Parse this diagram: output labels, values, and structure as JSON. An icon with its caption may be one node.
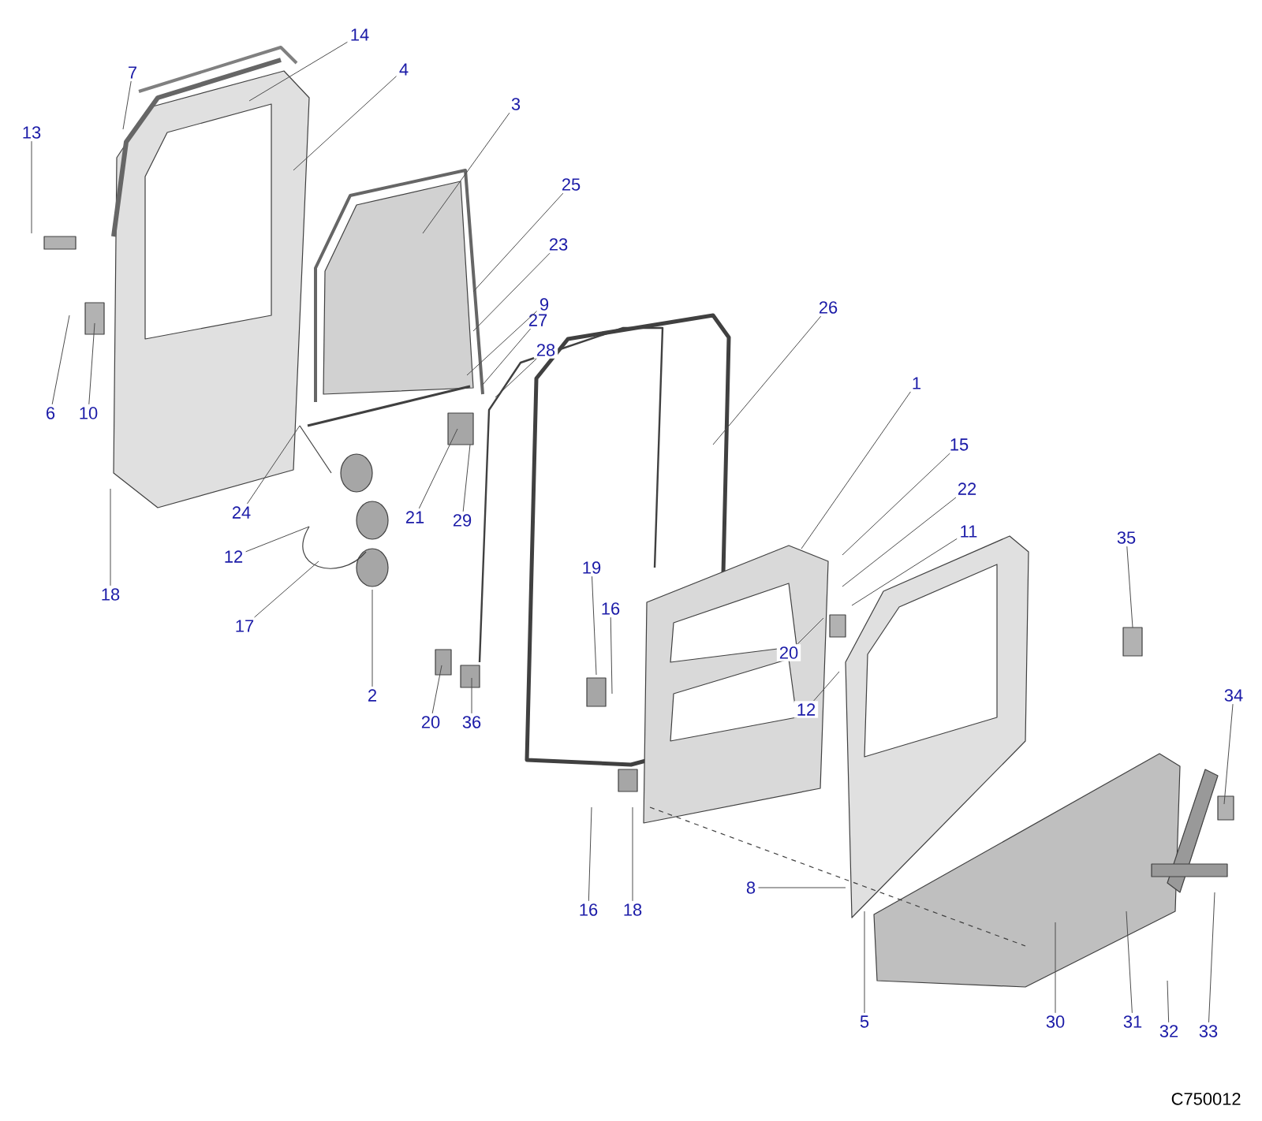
{
  "diagram": {
    "nodes": [
      {
        "text": [
          "14"
        ]
      },
      {
        "text": [
          "7"
        ]
      },
      {
        "text": [
          "4"
        ]
      },
      {
        "text": [
          "13"
        ]
      },
      {
        "text": [
          "3"
        ]
      },
      {
        "text": [
          "25"
        ]
      },
      {
        "text": [
          "23"
        ]
      },
      {
        "text": [
          "9"
        ]
      },
      {
        "text": [
          "27"
        ]
      },
      {
        "text": [
          "28"
        ]
      },
      {
        "text": [
          "26"
        ]
      },
      {
        "text": [
          "6"
        ]
      },
      {
        "text": [
          "10"
        ]
      },
      {
        "text": [
          "1"
        ]
      },
      {
        "text": [
          "24"
        ]
      },
      {
        "text": [
          "21"
        ]
      },
      {
        "text": [
          "29"
        ]
      },
      {
        "text": [
          "15"
        ]
      },
      {
        "text": [
          "22"
        ]
      },
      {
        "text": [
          "11"
        ]
      },
      {
        "text": [
          "12"
        ]
      },
      {
        "text": [
          "18"
        ]
      },
      {
        "text": [
          "35"
        ]
      },
      {
        "text": [
          "19"
        ]
      },
      {
        "text": [
          "16"
        ]
      },
      {
        "text": [
          "17"
        ]
      },
      {
        "text": [
          "20"
        ]
      },
      {
        "text": [
          "2"
        ]
      },
      {
        "text": [
          "12"
        ]
      },
      {
        "text": [
          "34"
        ]
      },
      {
        "text": [
          "20"
        ]
      },
      {
        "text": [
          "36"
        ]
      },
      {
        "text": [
          "8"
        ]
      },
      {
        "text": [
          "16"
        ]
      },
      {
        "text": [
          "18"
        ]
      },
      {
        "text": [
          "5"
        ]
      },
      {
        "text": [
          "30"
        ]
      },
      {
        "text": [
          "31"
        ]
      },
      {
        "text": [
          "32"
        ]
      },
      {
        "text": [
          "33"
        ]
      }
    ],
    "edges": [
      {
        "from": 0,
        "to": null,
        "arrow": "none"
      },
      {
        "from": 1,
        "to": null,
        "arrow": "none"
      },
      {
        "from": 2,
        "to": null,
        "arrow": "none"
      },
      {
        "from": 3,
        "to": null,
        "arrow": "none"
      },
      {
        "from": 4,
        "to": null,
        "arrow": "none"
      },
      {
        "from": 5,
        "to": null,
        "arrow": "none"
      },
      {
        "from": 6,
        "to": null,
        "arrow": "none"
      },
      {
        "from": 7,
        "to": null,
        "arrow": "none"
      },
      {
        "from": 8,
        "to": null,
        "arrow": "none"
      },
      {
        "from": 9,
        "to": null,
        "arrow": "none"
      },
      {
        "from": 10,
        "to": null,
        "arrow": "none"
      },
      {
        "from": 11,
        "to": null,
        "arrow": "none"
      },
      {
        "from": 12,
        "to": null,
        "arrow": "none"
      },
      {
        "from": 13,
        "to": null,
        "arrow": "none"
      },
      {
        "from": 14,
        "to": null,
        "arrow": "none"
      },
      {
        "from": 15,
        "to": null,
        "arrow": "none"
      },
      {
        "from": 16,
        "to": null,
        "arrow": "none"
      },
      {
        "from": 17,
        "to": null,
        "arrow": "none"
      },
      {
        "from": 18,
        "to": null,
        "arrow": "none"
      },
      {
        "from": 19,
        "to": null,
        "arrow": "none"
      },
      {
        "from": 20,
        "to": null,
        "arrow": "none"
      },
      {
        "from": 21,
        "to": null,
        "arrow": "none"
      },
      {
        "from": 22,
        "to": null,
        "arrow": "none"
      },
      {
        "from": 23,
        "to": null,
        "arrow": "none"
      },
      {
        "from": 24,
        "to": null,
        "arrow": "none"
      },
      {
        "from": 25,
        "to": null,
        "arrow": "none"
      },
      {
        "from": 26,
        "to": null,
        "arrow": "none"
      },
      {
        "from": 27,
        "to": null,
        "arrow": "none"
      },
      {
        "from": 28,
        "to": null,
        "arrow": "none"
      },
      {
        "from": 29,
        "to": null,
        "arrow": "none"
      },
      {
        "from": 30,
        "to": null,
        "arrow": "none"
      },
      {
        "from": 31,
        "to": null,
        "arrow": "none"
      },
      {
        "from": 32,
        "to": null,
        "arrow": "none"
      },
      {
        "from": 33,
        "to": null,
        "arrow": "none"
      },
      {
        "from": 34,
        "to": null,
        "arrow": "none"
      },
      {
        "from": 35,
        "to": null,
        "arrow": "none"
      },
      {
        "from": 36,
        "to": null,
        "arrow": "none"
      },
      {
        "from": 37,
        "to": null,
        "arrow": "none"
      },
      {
        "from": 38,
        "to": null,
        "arrow": "none"
      },
      {
        "from": 39,
        "to": null,
        "arrow": "none"
      }
    ],
    "labels": [
      "C750012"
    ]
  }
}
